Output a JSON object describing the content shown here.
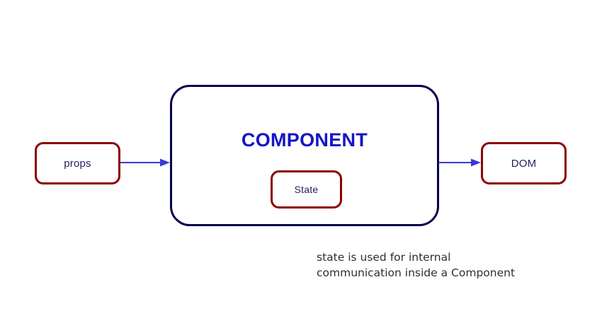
{
  "diagram": {
    "type": "flow-diagram",
    "background_color": "#ffffff",
    "nodes": {
      "props": {
        "label": "props",
        "border_color": "#8b0000",
        "text_color": "#2e1a5e"
      },
      "component": {
        "title": "COMPONENT",
        "border_color": "#00004d",
        "title_color": "#1414c8"
      },
      "state": {
        "label": "State",
        "border_color": "#8b0000",
        "text_color": "#2e1a5e"
      },
      "dom": {
        "label": "DOM",
        "border_color": "#8b0000",
        "text_color": "#2e1a5e"
      }
    },
    "arrows": [
      {
        "name": "props-to-component",
        "from": "props",
        "to": "component",
        "color": "#3a3ad6",
        "direction": "right"
      },
      {
        "name": "component-to-dom",
        "from": "component",
        "to": "dom",
        "color": "#3a3ad6",
        "direction": "right"
      }
    ],
    "caption": {
      "text": "state is used for internal\ncommunication inside a Component",
      "color": "#2f2f2f"
    }
  }
}
